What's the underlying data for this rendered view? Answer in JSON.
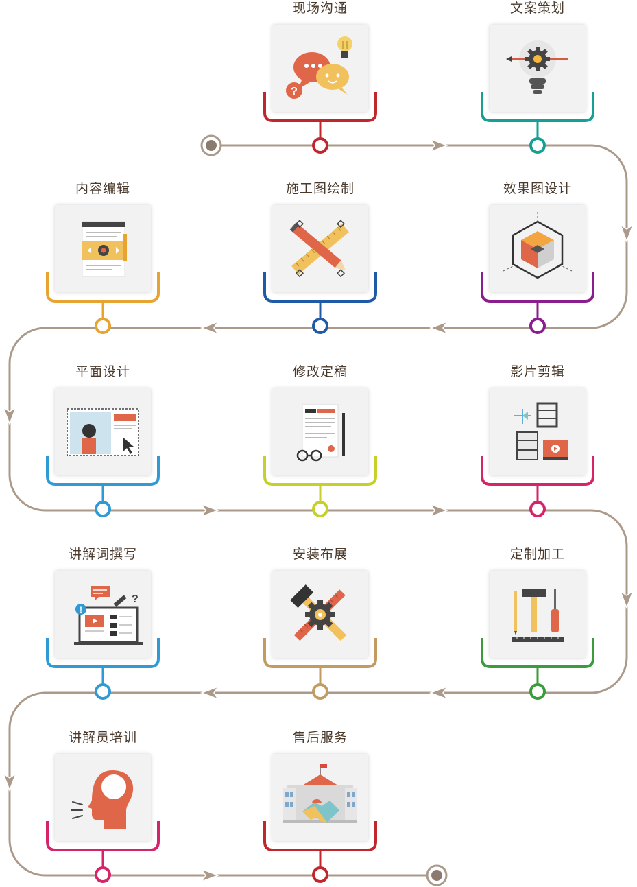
{
  "steps": [
    {
      "id": "s1",
      "title": "现场沟通",
      "color": "#c0272d",
      "icon": "chat-bubbles-icon"
    },
    {
      "id": "s2",
      "title": "文案策划",
      "color": "#16a094",
      "icon": "lightbulb-gear-icon"
    },
    {
      "id": "s3",
      "title": "效果图设计",
      "color": "#8b1e8f",
      "icon": "cube-render-icon"
    },
    {
      "id": "s4",
      "title": "施工图绘制",
      "color": "#1f5aa6",
      "icon": "pencil-ruler-icon"
    },
    {
      "id": "s5",
      "title": "内容编辑",
      "color": "#e8a431",
      "icon": "content-layout-icon"
    },
    {
      "id": "s6",
      "title": "平面设计",
      "color": "#2f9ad4",
      "icon": "graphic-design-icon"
    },
    {
      "id": "s7",
      "title": "修改定稿",
      "color": "#c7d02a",
      "icon": "document-review-icon"
    },
    {
      "id": "s8",
      "title": "影片剪辑",
      "color": "#d6246b",
      "icon": "film-edit-icon"
    },
    {
      "id": "s9",
      "title": "定制加工",
      "color": "#3a9c3a",
      "icon": "tools-icon"
    },
    {
      "id": "s10",
      "title": "安装布展",
      "color": "#c39a60",
      "icon": "hammer-gear-icon"
    },
    {
      "id": "s11",
      "title": "讲解词撰写",
      "color": "#2f9ad4",
      "icon": "laptop-script-icon"
    },
    {
      "id": "s12",
      "title": "讲解员培训",
      "color": "#d6246b",
      "icon": "speaker-head-icon"
    },
    {
      "id": "s13",
      "title": "售后服务",
      "color": "#c0272d",
      "icon": "handshake-building-icon"
    }
  ],
  "line_color": "#ab9a8a"
}
